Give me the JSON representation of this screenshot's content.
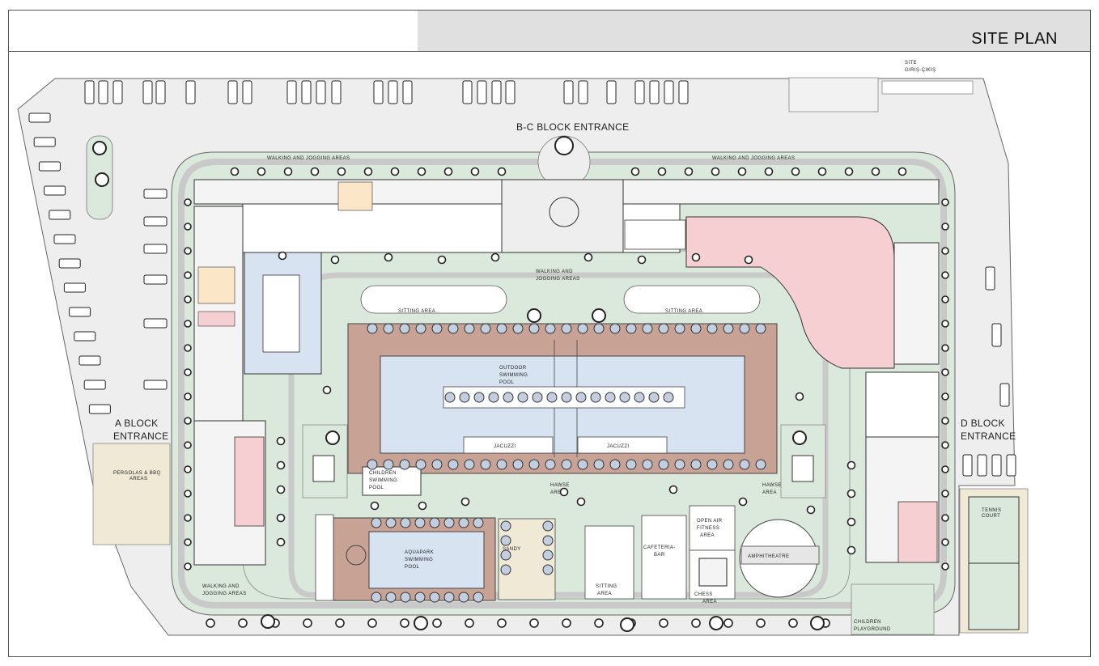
{
  "header": {
    "title": "SITE PLAN"
  },
  "colors": {
    "lawn": "#dbe8dc",
    "road": "#eeeeee",
    "path": "#c9c9c9",
    "building": "#f4f4f4",
    "pink_zone": "#f5cfd2",
    "pool_water": "#d7e3f1",
    "pool_deck": "#c8a294",
    "sand": "#efe9d6",
    "tree_dark": "#2b2b2b"
  },
  "labels": {
    "site_gate": "SITE",
    "site_gate_2": "GIRIŞ-ÇIKIŞ",
    "bc_entrance": "B-C BLOCK ENTRANCE",
    "a_entrance": "A BLOCK",
    "a_entrance_2": "ENTRANCE",
    "d_entrance": "D BLOCK",
    "d_entrance_2": "ENTRANCE",
    "walk_top_left": "WALKING AND JOGGING AREAS",
    "walk_top_right": "WALKING AND JOGGING AREAS",
    "walk_center": "WALKING AND",
    "walk_center_2": "JOGGING AREAS",
    "walk_bottom": "WALKING AND",
    "walk_bottom_2": "JOGGING AREAS",
    "sitting_left": "SITTING AREA",
    "sitting_right": "SITTING AREA",
    "outdoor_pool": "OUTDOOR",
    "outdoor_pool_2": "SWIMMING",
    "outdoor_pool_3": "POOL",
    "jacuzzi_left": "JACUZZI",
    "jacuzzi_right": "JACUZZI",
    "children_pool": "CHILDREN",
    "children_pool_2": "SWIMMING",
    "children_pool_3": "POOL",
    "hawse_left": "HAWSE",
    "hawse_left_2": "AREA",
    "hawse_right": "HAWSE",
    "hawse_right_2": "AREA",
    "aquapark": "AQUAPARK",
    "aquapark_2": "SWIMMING",
    "aquapark_3": "POOL",
    "sandy": "SANDY",
    "sitting_bottom": "SITTING",
    "sitting_bottom_2": "AREA",
    "cafeteria": "CAFETERIA-",
    "cafeteria_2": "BAR",
    "fitness": "OPEN AIR",
    "fitness_2": "FITNESS",
    "fitness_3": "AREA",
    "chess": "CHESS",
    "chess_2": "AREA",
    "amphitheatre": "AMPHITHEATRE",
    "pergolas": "PERGOLAS & BBQ",
    "pergolas_2": "AREAS",
    "tennis": "TENNIS",
    "tennis_2": "COURT",
    "playground": "CHILDREN",
    "playground_2": "PLAYGROUND"
  }
}
